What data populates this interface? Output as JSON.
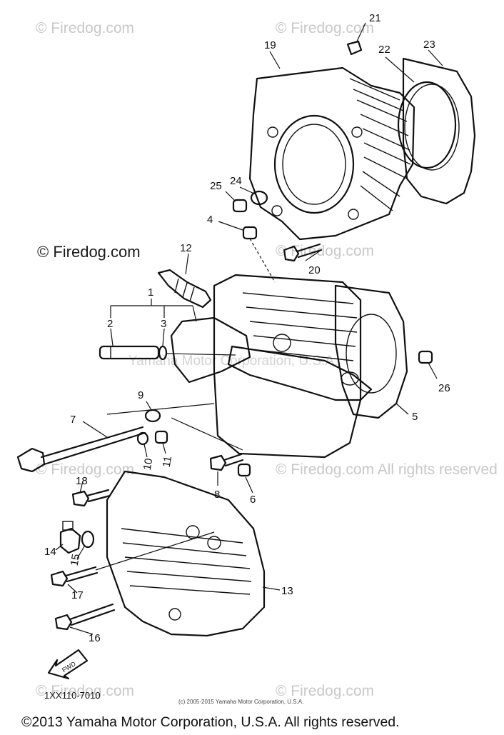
{
  "watermarks": {
    "top_left": "© Firedog.com",
    "top_right": "© Firedog.com",
    "mid_left": "© Firedog.com",
    "mid_right": "© Firedog.com",
    "mid_watermark": "Yamaha Motor Corporation, U.S.A.",
    "lower_left": "© Firedog.com",
    "lower_right": "© Firedog.com  All rights reserved",
    "bottom_left": "© Firedog.com",
    "bottom_right": "© Firedog.com"
  },
  "callouts": [
    "1",
    "2",
    "3",
    "4",
    "5",
    "6",
    "7",
    "8",
    "9",
    "10",
    "11",
    "12",
    "13",
    "14",
    "15",
    "16",
    "17",
    "18",
    "19",
    "20",
    "21",
    "22",
    "23",
    "24",
    "25",
    "26"
  ],
  "diagram_code": "1XX110-7010",
  "inner_copyright": "(c) 2005-2015 Yamaha Motor Corporation, U.S.A.",
  "footer": "©2013 Yamaha Motor Corporation, U.S.A. All rights reserved.",
  "fwd_label": "FWD"
}
